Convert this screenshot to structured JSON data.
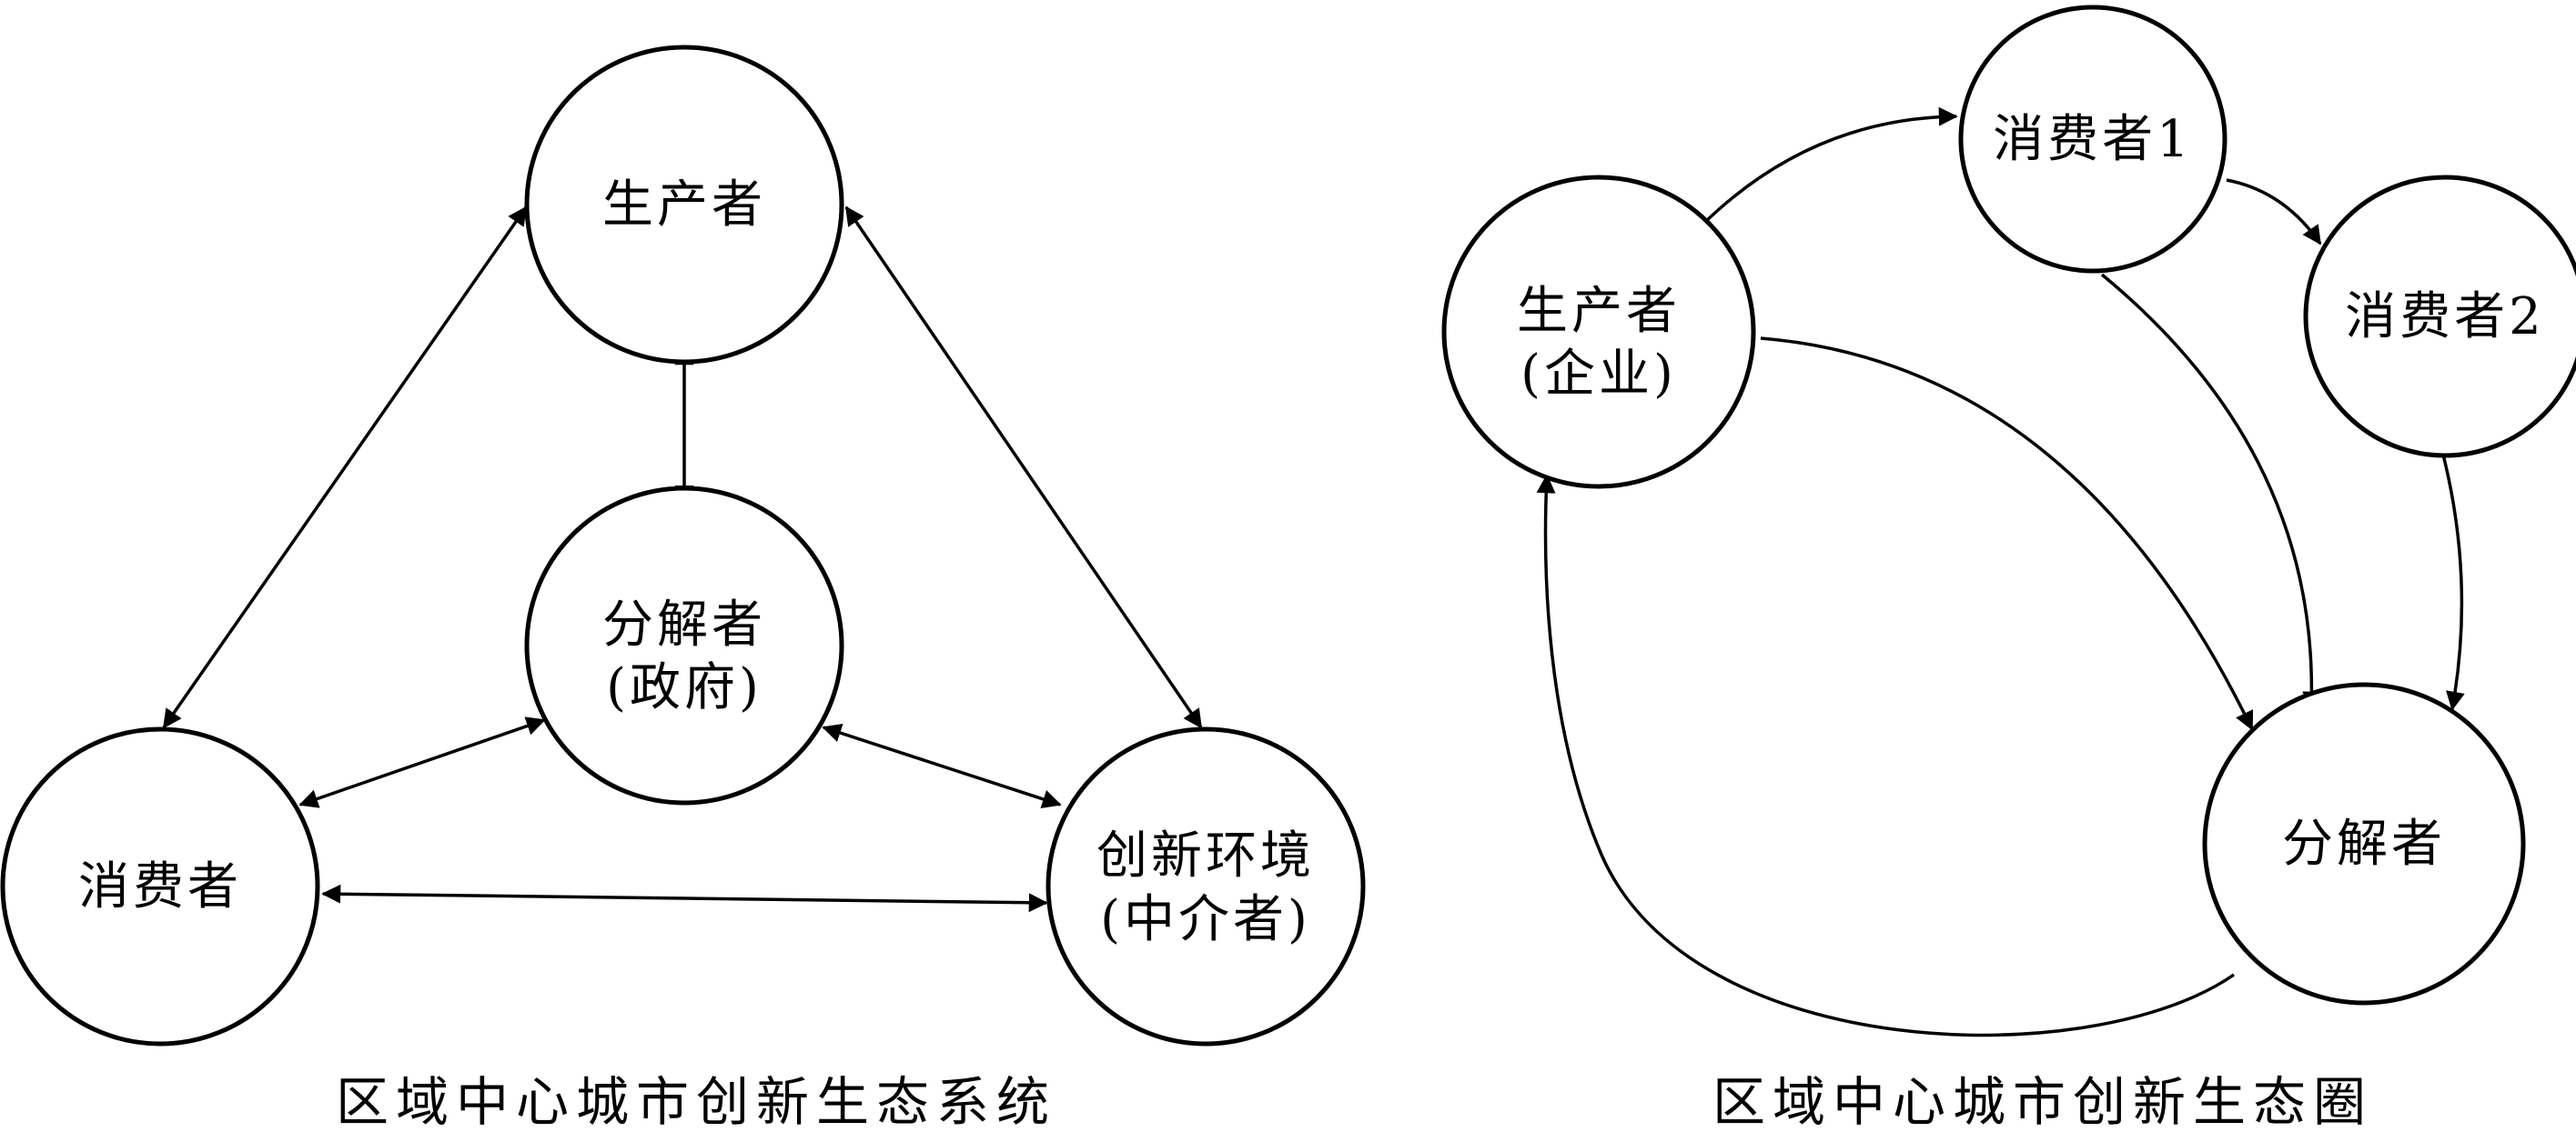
{
  "left_diagram": {
    "caption": "区域中心城市创新生态系统",
    "nodes": {
      "producer": {
        "line1": "生产者"
      },
      "decomposer": {
        "line1": "分解者",
        "line2": "(政府)"
      },
      "consumer": {
        "line1": "消费者"
      },
      "environment": {
        "line1": "创新环境",
        "line2": "(中介者)"
      }
    }
  },
  "right_diagram": {
    "caption": "区域中心城市创新生态圈",
    "nodes": {
      "producer": {
        "line1": "生产者",
        "line2": "(企业)"
      },
      "consumer1": {
        "line1": "消费者1"
      },
      "consumer2": {
        "line1": "消费者2"
      },
      "decomposer": {
        "line1": "分解者"
      }
    }
  },
  "colors": {
    "stroke": "#000000",
    "background": "#ffffff"
  }
}
